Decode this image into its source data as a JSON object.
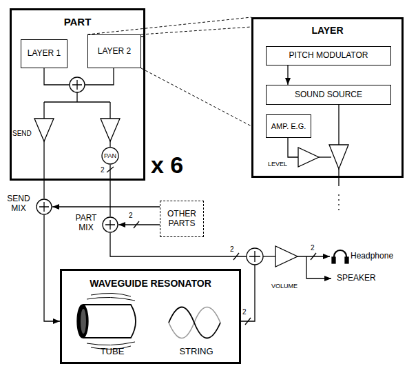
{
  "diagram": {
    "nodes": [
      {
        "text": [
          "PART"
        ]
      },
      {
        "text": [
          "LAYER 1"
        ],
        "in": 0
      },
      {
        "text": [
          "LAYER 2"
        ],
        "in": 0
      },
      {
        "text": [
          "PAN"
        ],
        "in": 0
      },
      {
        "text": [
          "LAYER"
        ]
      },
      {
        "text": [
          "PITCH MODULATOR"
        ],
        "in": 4
      },
      {
        "text": [
          "SOUND SOURCE"
        ],
        "in": 4
      },
      {
        "text": [
          "AMP. E.G."
        ],
        "in": 4
      },
      {
        "text": [
          "SEND MIX"
        ]
      },
      {
        "text": [
          "OTHER PARTS"
        ]
      },
      {
        "text": [
          "PART MIX"
        ]
      },
      {
        "text": [
          "WAVEGUIDE RESONATOR",
          "TUBE",
          "STRING"
        ]
      }
    ],
    "edges": [
      {
        "from": 5,
        "to": 6,
        "arrow": "to"
      },
      {
        "from": 2,
        "to": 4,
        "arrow": "none"
      },
      {
        "from": 2,
        "to": 4,
        "arrow": "none"
      },
      {
        "from": 2,
        "to": 4,
        "arrow": "none"
      },
      {
        "from": 3,
        "to": 10,
        "arrow": "none",
        "label": "2"
      },
      {
        "from": 9,
        "to": 8,
        "arrow": "to"
      },
      {
        "from": 9,
        "to": 10,
        "arrow": "to",
        "label": "2"
      },
      {
        "from": 8,
        "to": 11,
        "arrow": "to"
      }
    ],
    "labels": [
      "SEND",
      "LEVEL",
      "x 6",
      "2",
      "2",
      "2",
      "VOLUME",
      "Headphone",
      "SPEAKER"
    ]
  }
}
